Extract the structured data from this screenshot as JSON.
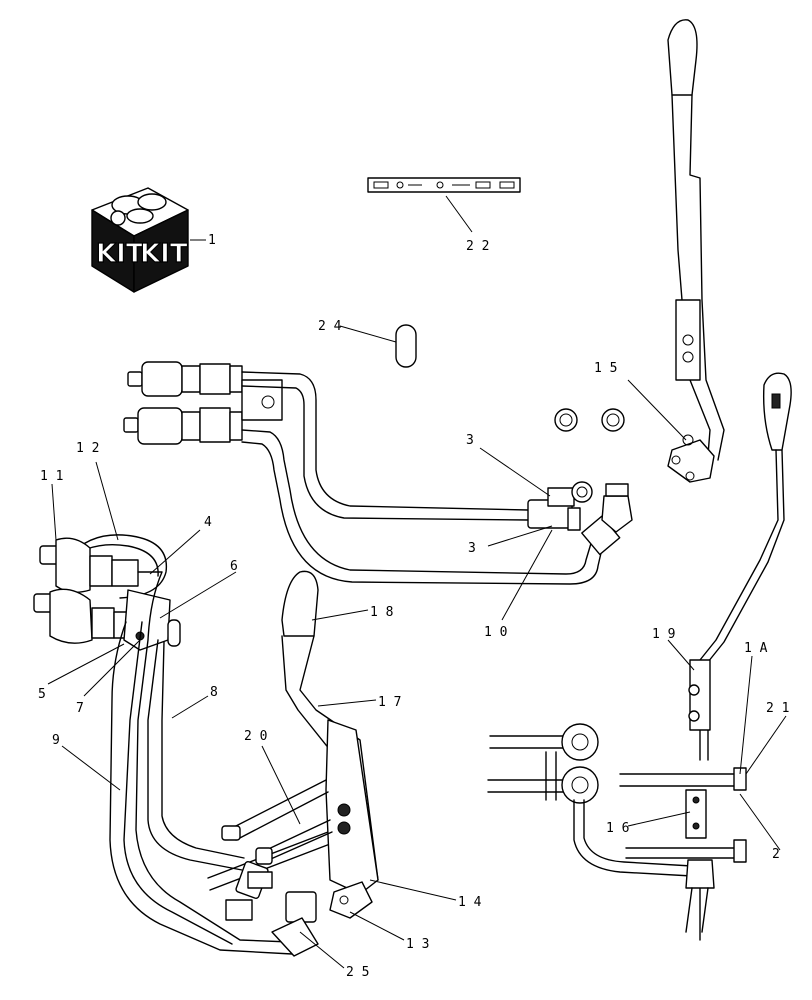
{
  "kit": {
    "label_left": "KIT",
    "label_right": "KIT"
  },
  "callouts": [
    {
      "id": "1",
      "label": "1"
    },
    {
      "id": "22",
      "label": "2 2"
    },
    {
      "id": "24",
      "label": "2 4"
    },
    {
      "id": "15",
      "label": "1 5"
    },
    {
      "id": "3a",
      "label": "3"
    },
    {
      "id": "3b",
      "label": "3"
    },
    {
      "id": "10",
      "label": "1 0"
    },
    {
      "id": "12",
      "label": "1 2"
    },
    {
      "id": "11",
      "label": "1 1"
    },
    {
      "id": "4",
      "label": "4"
    },
    {
      "id": "6",
      "label": "6"
    },
    {
      "id": "5",
      "label": "5"
    },
    {
      "id": "7",
      "label": "7"
    },
    {
      "id": "18",
      "label": "1 8"
    },
    {
      "id": "17",
      "label": "1 7"
    },
    {
      "id": "8",
      "label": "8"
    },
    {
      "id": "9",
      "label": "9"
    },
    {
      "id": "20",
      "label": "2 0"
    },
    {
      "id": "19",
      "label": "1 9"
    },
    {
      "id": "1A",
      "label": "1 A"
    },
    {
      "id": "21",
      "label": "2 1"
    },
    {
      "id": "16",
      "label": "1 6"
    },
    {
      "id": "2",
      "label": "2"
    },
    {
      "id": "14",
      "label": "1 4"
    },
    {
      "id": "13",
      "label": "1 3"
    },
    {
      "id": "25",
      "label": "2 5"
    }
  ]
}
